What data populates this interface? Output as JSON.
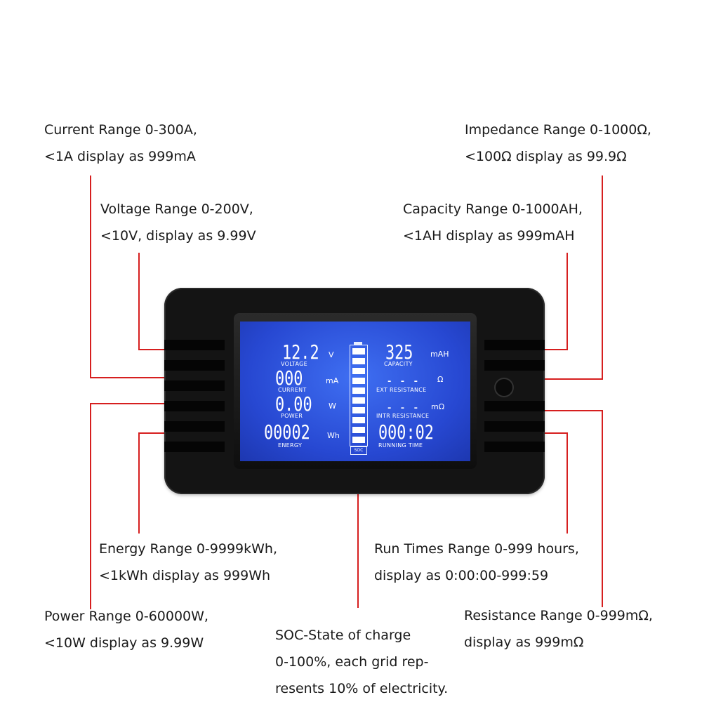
{
  "annotations": {
    "current": {
      "line1": "Current Range 0-300A,",
      "line2": "<1A display as 999mA"
    },
    "voltage": {
      "line1": "Voltage Range 0-200V,",
      "line2": "<10V, display as 9.99V"
    },
    "impedance": {
      "line1": "Impedance Range 0-1000Ω,",
      "line2": "<100Ω display as 99.9Ω"
    },
    "capacity": {
      "line1": "Capacity Range 0-1000AH,",
      "line2": "<1AH display as 999mAH"
    },
    "energy": {
      "line1": "Energy Range 0-9999kWh,",
      "line2": "<1kWh display as 999Wh"
    },
    "runtime": {
      "line1": "Run Times Range 0-999 hours,",
      "line2": "display as 0:00:00-999:59"
    },
    "power": {
      "line1": "Power Range 0-60000W,",
      "line2": "<10W display as 9.99W"
    },
    "resistance": {
      "line1": "Resistance Range 0-999mΩ,",
      "line2": "display as 999mΩ"
    },
    "soc": {
      "line1": "SOC-State of charge",
      "line2": "0-100%, each grid rep-",
      "line3": "resents 10% of electricity."
    }
  },
  "display": {
    "voltage": {
      "value": "12.2",
      "label": "VOLTAGE",
      "unit": "V"
    },
    "current": {
      "value": "000",
      "label": "CURRENT",
      "unit": "mA"
    },
    "power": {
      "value": "0.00",
      "label": "POWER",
      "unit": "W"
    },
    "energy": {
      "value": "00002",
      "label": "ENERGY",
      "unit": "Wh"
    },
    "capacity": {
      "value": "325",
      "label": "CAPACITY",
      "unit": "mAH"
    },
    "ext_resistance": {
      "value": "- - -",
      "label": "EXT RESISTANCE",
      "unit": "Ω"
    },
    "intr_resistance": {
      "value": "- - -",
      "label": "INTR RESISTANCE",
      "unit": "mΩ"
    },
    "running_time": {
      "value": "000:02",
      "label": "RUNNING TIME"
    },
    "soc": {
      "label": "SOC",
      "grids_total": 10,
      "grids_lit": 10
    }
  },
  "colors": {
    "leader_line": "#d61f1f",
    "lcd_background": "#2f55e0",
    "meter_body": "#141414"
  }
}
